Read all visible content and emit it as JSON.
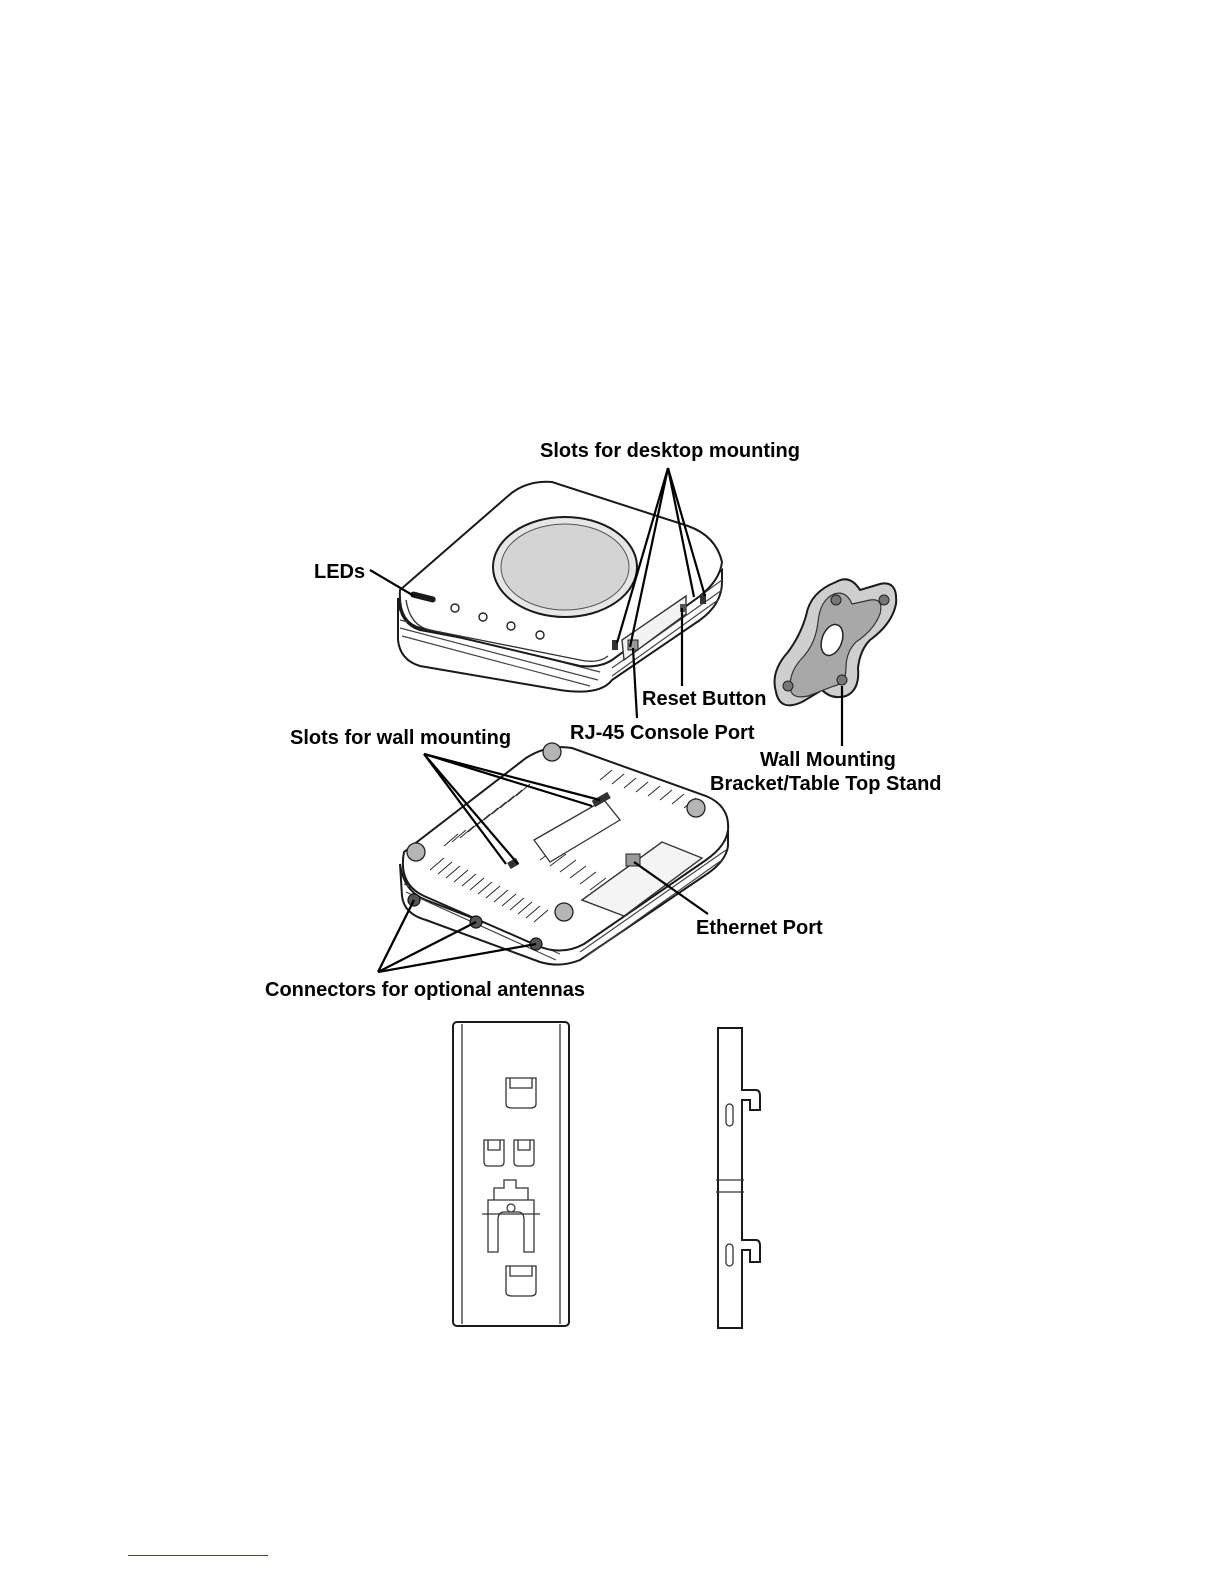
{
  "labels": {
    "slots_desktop": "Slots for desktop mounting",
    "leds": "LEDs",
    "reset_button": "Reset Button",
    "rj45_console": "RJ-45 Console Port",
    "slots_wall": "Slots for wall mounting",
    "wall_bracket_line1": "Wall Mounting",
    "wall_bracket_line2": "Bracket/Table Top Stand",
    "ethernet_port": "Ethernet Port",
    "antenna_connectors": "Connectors for optional antennas"
  },
  "colors": {
    "line": "#000000",
    "outline": "#1a1a1a",
    "fill_light": "#ffffff",
    "fill_gray": "#cfcfcf",
    "fill_dark": "#8c8c8c"
  }
}
